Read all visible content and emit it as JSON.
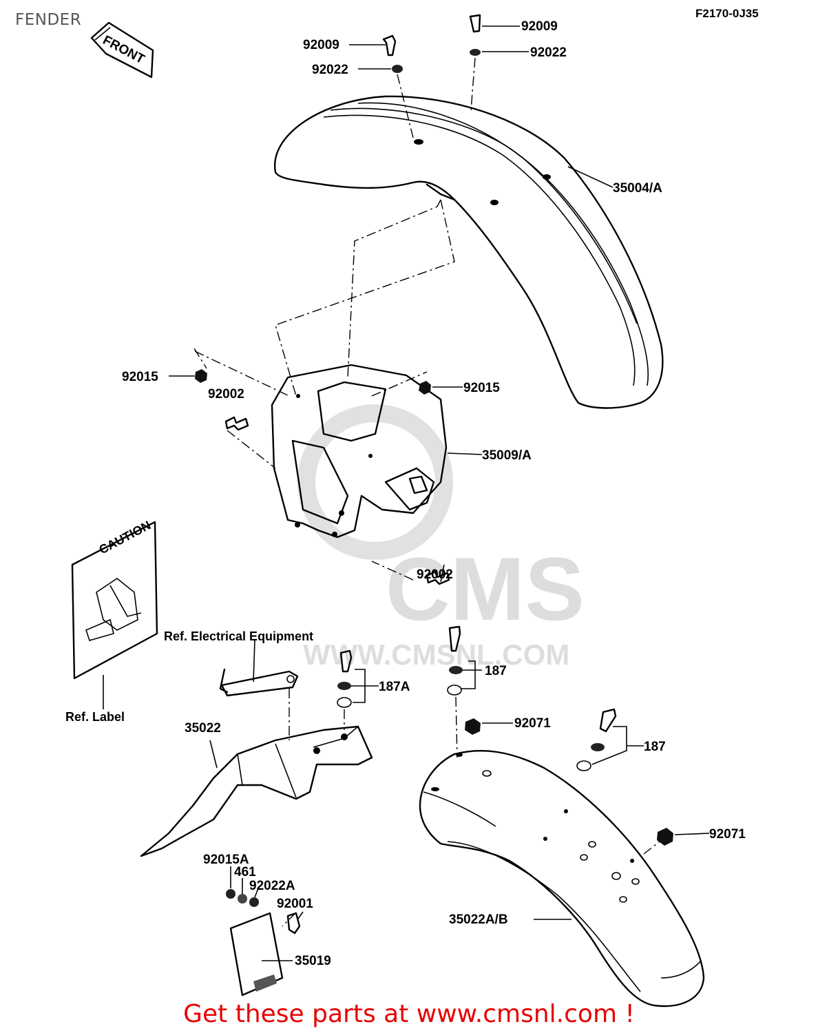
{
  "title": "FENDER",
  "diagram_code": "F2170-0J35",
  "front_sign": "FRONT",
  "label_sticker": "CAUTION",
  "watermark": {
    "brand": "CMS",
    "url": "WWW.CMSNL.COM"
  },
  "parts": [
    {
      "number": "92009"
    },
    {
      "number": "92022"
    },
    {
      "number": "92009"
    },
    {
      "number": "92022"
    },
    {
      "number": "35004/A"
    },
    {
      "number": "92015"
    },
    {
      "number": "92002"
    },
    {
      "number": "92015"
    },
    {
      "number": "35009/A"
    },
    {
      "number": "92002"
    },
    {
      "number": "187"
    },
    {
      "number": "187A"
    },
    {
      "number": "92071"
    },
    {
      "number": "187"
    },
    {
      "number": "35022"
    },
    {
      "number": "92071"
    },
    {
      "number": "92015A"
    },
    {
      "number": "461"
    },
    {
      "number": "92022A"
    },
    {
      "number": "92001"
    },
    {
      "number": "35022A/B"
    },
    {
      "number": "35019"
    }
  ],
  "references": {
    "electrical": "Ref. Electrical Equipment",
    "label": "Ref. Label"
  },
  "promo": "Get these parts at www.cmsnl.com !"
}
